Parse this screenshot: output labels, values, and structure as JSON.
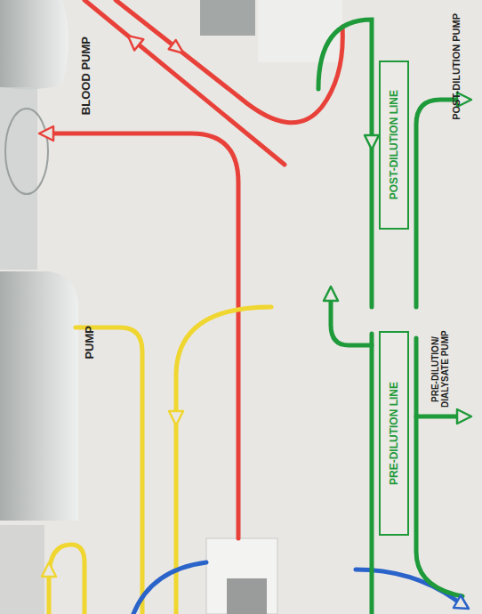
{
  "diagram": {
    "nodes": [
      {
        "text": [
          "POST-DILUTION LINE"
        ]
      },
      {
        "text": [
          "PRE-DILUTION LINE"
        ]
      }
    ],
    "labels": [
      "BLOOD PUMP",
      "PUMP",
      "POST-DILUTION PUMP",
      "PRE-DILUTION/ DIALYSATE PUMP"
    ]
  }
}
